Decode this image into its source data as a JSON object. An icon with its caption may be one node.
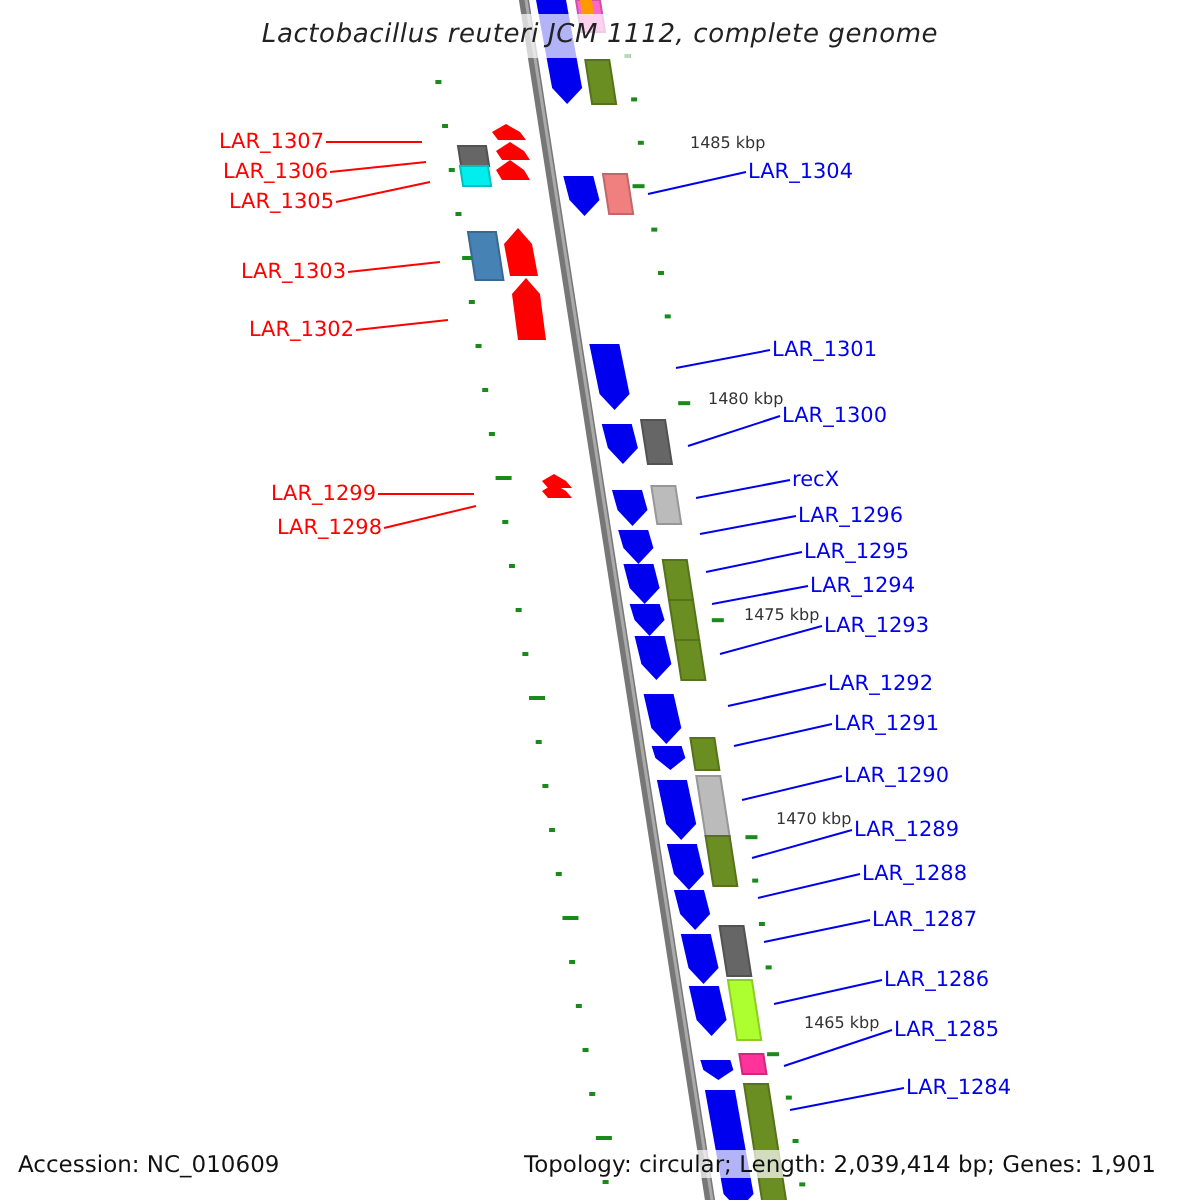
{
  "diagram": {
    "title": "Lactobacillus reuteri JCM 1112, complete genome",
    "nodes": [
      {
        "text": [
          "LAR_1307"
        ]
      },
      {
        "text": [
          "LAR_1306"
        ]
      },
      {
        "text": [
          "LAR_1305"
        ]
      },
      {
        "text": [
          "LAR_1304"
        ]
      },
      {
        "text": [
          "LAR_1303"
        ]
      },
      {
        "text": [
          "LAR_1302"
        ]
      },
      {
        "text": [
          "LAR_1301"
        ]
      },
      {
        "text": [
          "LAR_1300"
        ]
      },
      {
        "text": [
          "recX"
        ]
      },
      {
        "text": [
          "LAR_1299"
        ]
      },
      {
        "text": [
          "LAR_1298"
        ]
      },
      {
        "text": [
          "LAR_1296"
        ]
      },
      {
        "text": [
          "LAR_1295"
        ]
      },
      {
        "text": [
          "LAR_1294"
        ]
      },
      {
        "text": [
          "LAR_1293"
        ]
      },
      {
        "text": [
          "LAR_1292"
        ]
      },
      {
        "text": [
          "LAR_1291"
        ]
      },
      {
        "text": [
          "LAR_1290"
        ]
      },
      {
        "text": [
          "LAR_1289"
        ]
      },
      {
        "text": [
          "LAR_1288"
        ]
      },
      {
        "text": [
          "LAR_1287"
        ]
      },
      {
        "text": [
          "LAR_1286"
        ]
      },
      {
        "text": [
          "LAR_1285"
        ]
      },
      {
        "text": [
          "LAR_1284"
        ]
      }
    ],
    "edges": [
      {
        "from": 0,
        "to": null,
        "arrow": "none",
        "color": "#ff0000"
      },
      {
        "from": 1,
        "to": null,
        "arrow": "none",
        "color": "#ff0000"
      },
      {
        "from": 2,
        "to": null,
        "arrow": "none",
        "color": "#ff0000"
      },
      {
        "from": 3,
        "to": null,
        "arrow": "none"
      },
      {
        "from": 4,
        "to": null,
        "arrow": "none",
        "color": "#ff0000"
      },
      {
        "from": 5,
        "to": null,
        "arrow": "none",
        "color": "#ff0000"
      },
      {
        "from": 6,
        "to": null,
        "arrow": "none"
      },
      {
        "from": 7,
        "to": null,
        "arrow": "none"
      },
      {
        "from": 8,
        "to": null,
        "arrow": "none"
      },
      {
        "from": 9,
        "to": null,
        "arrow": "none",
        "color": "#ff0000"
      },
      {
        "from": 10,
        "to": null,
        "arrow": "none",
        "color": "#ff0000"
      },
      {
        "from": 11,
        "to": null,
        "arrow": "none"
      },
      {
        "from": 12,
        "to": null,
        "arrow": "none"
      },
      {
        "from": 13,
        "to": null,
        "arrow": "none"
      },
      {
        "from": 14,
        "to": null,
        "arrow": "none"
      },
      {
        "from": 15,
        "to": null,
        "arrow": "none"
      },
      {
        "from": 16,
        "to": null,
        "arrow": "none"
      },
      {
        "from": 17,
        "to": null,
        "arrow": "none"
      },
      {
        "from": 18,
        "to": null,
        "arrow": "none"
      },
      {
        "from": 19,
        "to": null,
        "arrow": "none"
      },
      {
        "from": 20,
        "to": null,
        "arrow": "none"
      },
      {
        "from": 21,
        "to": null,
        "arrow": "none"
      },
      {
        "from": 22,
        "to": null,
        "arrow": "none"
      },
      {
        "from": 23,
        "to": null,
        "arrow": "none"
      }
    ],
    "labels": [
      "1485 kbp",
      "1480 kbp",
      "1475 kbp",
      "1470 kbp",
      "1465 kbp",
      "Accession: NC_010609",
      "Topology: circular; Length: 2,039,414 bp; Genes: 1,901"
    ]
  }
}
